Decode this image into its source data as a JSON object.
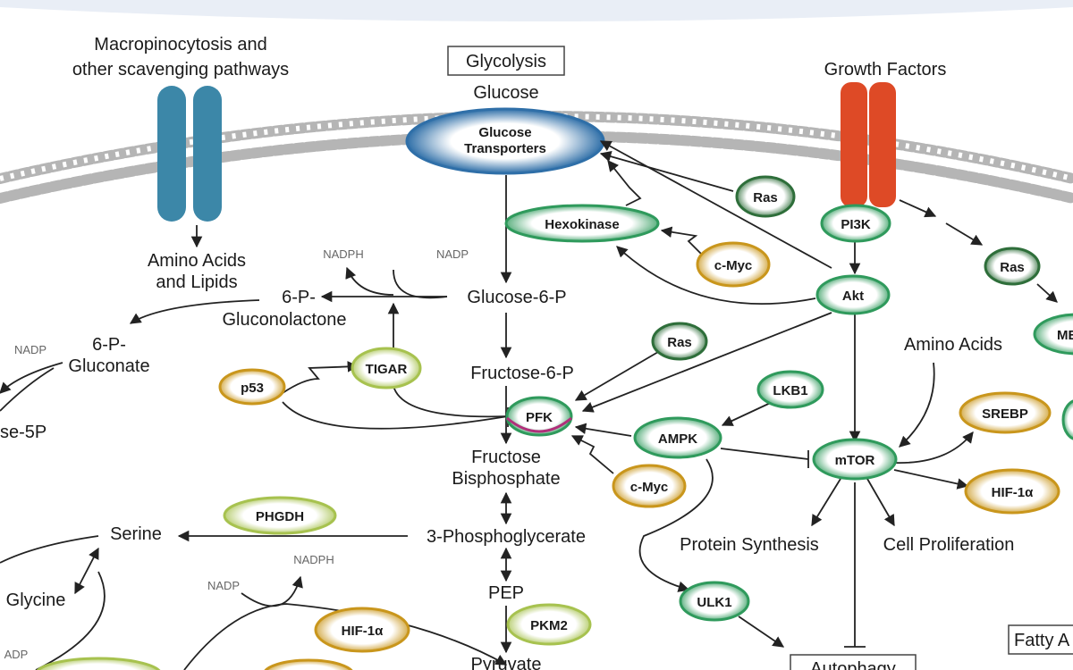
{
  "colors": {
    "band": "#e9eef6",
    "membrane": "#9a9a9a",
    "channel": "#3c87a8",
    "receptor": "#de4a26",
    "green_ring": "#2f9a5c",
    "gold_ring": "#c9961c",
    "lime_ring": "#a7c24f",
    "dark_green_ring": "#2e6e3a",
    "transporter": "#3b7bb0",
    "arrow": "#222222"
  },
  "labels": {
    "macro_line1": "Macropinocytosis and",
    "macro_line2": "other scavenging pathways",
    "glycolysis": "Glycolysis",
    "glucose": "Glucose",
    "growth_factors": "Growth Factors",
    "amino_acids_lipids_1": "Amino Acids",
    "amino_acids_lipids_2": "and Lipids",
    "nadph_top": "NADPH",
    "nadp_top": "NADP",
    "gluconolactone_1": "6-P-",
    "gluconolactone_2": "Gluconolactone",
    "nadp_left": "NADP",
    "gluconate_1": "6-P-",
    "gluconate_2": "Gluconate",
    "ribulose": "se-5P",
    "g6p": "Glucose-6-P",
    "f6p": "Fructose-6-P",
    "fbp_1": "Fructose",
    "fbp_2": "Bisphosphate",
    "pg3": "3-Phosphoglycerate",
    "pep": "PEP",
    "pyruvate": "Pyruvate",
    "serine": "Serine",
    "glycine": "Glycine",
    "nadph_bottom": "NADPH",
    "nadp_bottom": "NADP",
    "adp": "ADP",
    "amino_acids": "Amino Acids",
    "protein_synthesis": "Protein Synthesis",
    "cell_proliferation": "Cell Proliferation",
    "autophagy": "Autophagy",
    "fatty": "Fatty A"
  },
  "nodes": {
    "glucose_transporters_1": "Glucose",
    "glucose_transporters_2": "Transporters",
    "hexokinase": "Hexokinase",
    "cmyc_top": "c-Myc",
    "ras_top": "Ras",
    "pi3k": "PI3K",
    "ras_right": "Ras",
    "akt": "Akt",
    "me": "ME",
    "ras_mid": "Ras",
    "tigar": "TIGAR",
    "p53": "p53",
    "pfk": "PFK",
    "lkb1": "LKB1",
    "ampk": "AMPK",
    "cmyc_bottom": "c-Myc",
    "mtor": "mTOR",
    "srebp": "SREBP",
    "hif_right": "HIF-1α",
    "phgdh": "PHGDH",
    "pkm2": "PKM2",
    "hif_bottom": "HIF-1α",
    "ulk1": "ULK1"
  }
}
